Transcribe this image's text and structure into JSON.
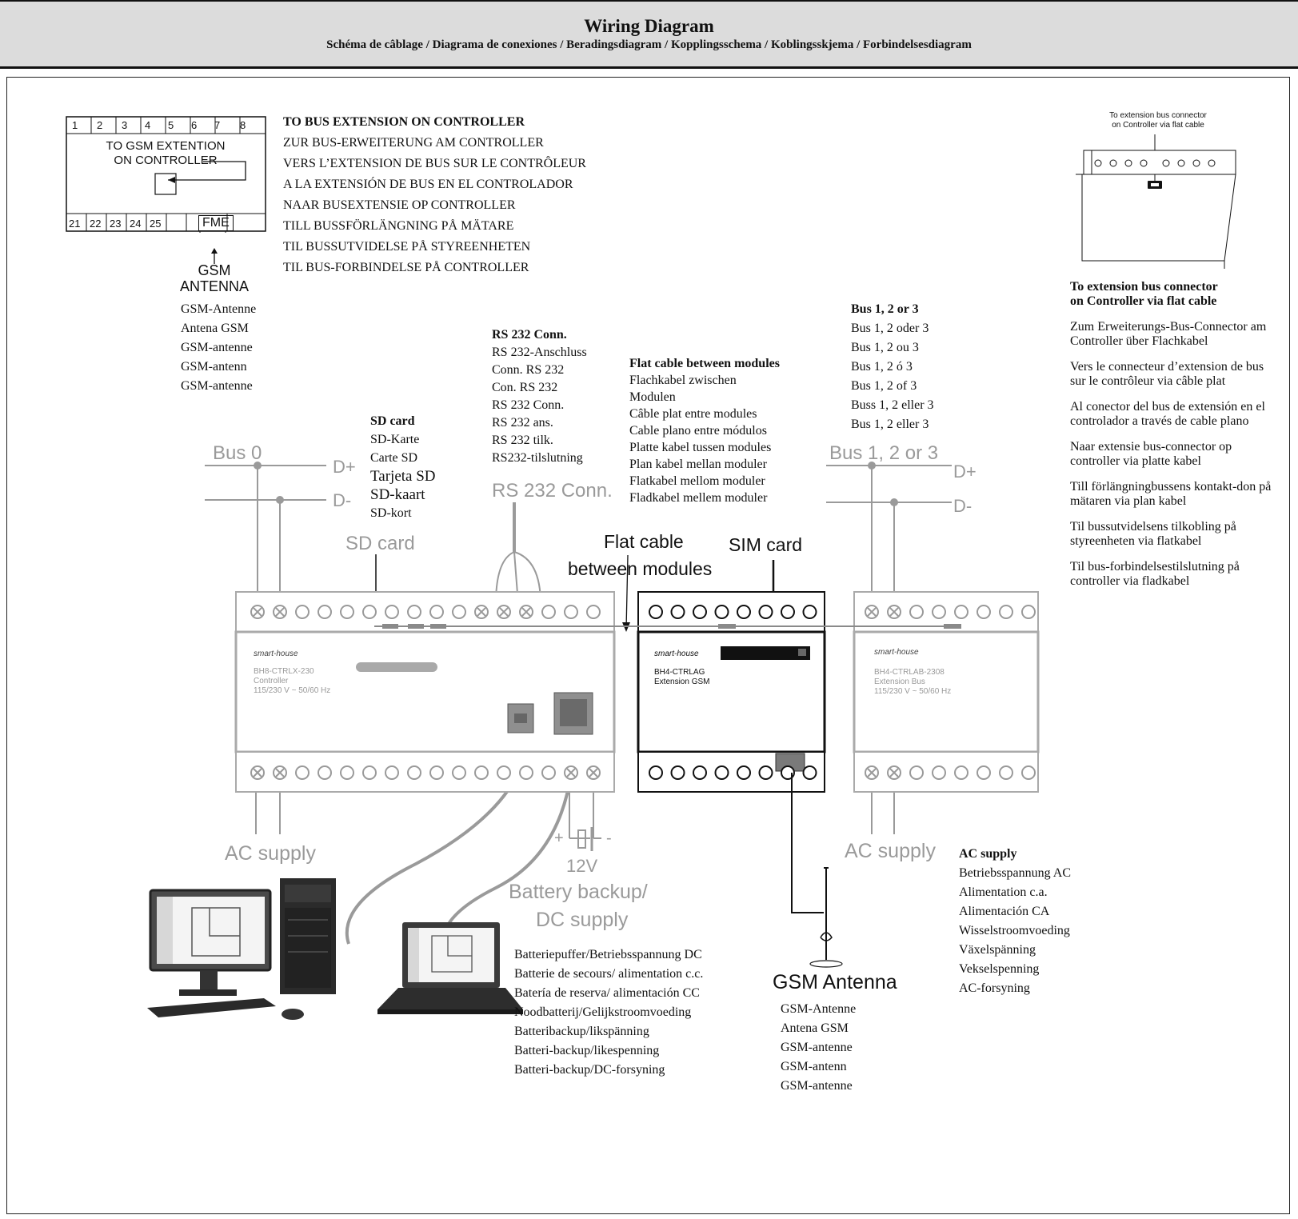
{
  "header": {
    "title": "Wiring Diagram",
    "subtitle": "Schéma de câblage / Diagrama de conexiones / Beradingsdiagram / Kopplingsschema / Koblingsskjema / Forbindelsesdiagram"
  },
  "gsm_box": {
    "top_terminals": [
      "1",
      "2",
      "3",
      "4",
      "5",
      "6",
      "7",
      "8"
    ],
    "bottom_terminals": [
      "21",
      "22",
      "23",
      "24",
      "25"
    ],
    "fme": "FME",
    "label_line1": "TO GSM EXTENTION",
    "label_line2": "ON CONTROLLER",
    "antenna_line1": "GSM",
    "antenna_line2": "ANTENNA"
  },
  "bus_extension_heading": "TO BUS EXTENSION ON CONTROLLER",
  "bus_extension_translations": [
    "ZUR BUS-ERWEITERUNG AM CONTROLLER",
    "VERS L’EXTENSION DE BUS SUR LE CONTRÔLEUR",
    "A LA EXTENSIÓN DE BUS EN EL CONTROLADOR",
    "NAAR BUSEXTENSIE OP CONTROLLER",
    "TILL BUSSFÖRLÄNGNING PÅ MÄTARE",
    "TIL BUSSUTVIDELSE PÅ STYREENHETEN",
    "TIL BUS-FORBINDELSE PÅ CONTROLLER"
  ],
  "gsm_antenna_translations_top": [
    "GSM-Antenne",
    "Antena GSM",
    "GSM-antenne",
    "GSM-antenn",
    "GSM-antenne"
  ],
  "sd_card": {
    "heading": "SD card",
    "translations": [
      "SD-Karte",
      "Carte SD",
      "Tarjeta SD",
      "SD-kaart",
      "SD-kort"
    ],
    "diagram_label": "SD card"
  },
  "rs232": {
    "heading": "RS 232 Conn.",
    "translations": [
      "RS 232-Anschluss",
      "Conn. RS 232",
      "Con. RS 232",
      "RS 232 Conn.",
      "RS 232 ans.",
      "RS 232 tilk.",
      "RS232-tilslutning"
    ],
    "diagram_label": "RS 232 Conn."
  },
  "flat_cable": {
    "heading": "Flat cable between modules",
    "translations": [
      "Flachkabel zwischen",
      "Modulen",
      "Câble plat entre modules",
      "Cable plano entre módulos",
      "Platte kabel tussen modules",
      "Plan kabel mellan moduler",
      "Flatkabel mellom moduler",
      "Fladkabel mellem moduler"
    ],
    "diagram_label_1": "Flat cable",
    "diagram_label_2": "between modules"
  },
  "bus123": {
    "heading": "Bus 1, 2 or 3",
    "translations": [
      "Bus 1, 2 oder 3",
      "Bus 1, 2 ou 3",
      "Bus 1, 2 ó 3",
      "Bus 1, 2 of 3",
      "Buss 1, 2 eller 3",
      "Bus 1, 2 eller 3"
    ],
    "diagram_label": "Bus 1, 2 or 3"
  },
  "right_panel": {
    "sketch_caption_1": "To extension bus connector",
    "sketch_caption_2": "on Controller via flat cable",
    "heading_1": "To extension bus connector",
    "heading_2": "on Controller via flat cable",
    "paragraphs": [
      "Zum Erweiterungs-Bus-Connector am Controller über Flachkabel",
      "Vers le connecteur d’extension de bus sur le contrôleur via câble plat",
      "Al conector del bus de extensión en el controlador a través de cable plano",
      "Naar extensie bus-connector op controller via platte kabel",
      "Till förlängningbussens kontakt-don på mätaren via plan kabel",
      "Til bussutvidelsens tilkobling på styreenheten via flatkabel",
      "Til bus-forbindelsestilslutning på controller via fladkabel"
    ]
  },
  "diagram": {
    "bus0": "Bus 0",
    "d_plus": "D+",
    "d_minus": "D-",
    "sim_card": "SIM card",
    "ac_supply": "AC supply",
    "battery_voltage": "12V",
    "battery_plus": "+",
    "battery_minus": "-",
    "battery_label_1": "Battery backup/",
    "battery_label_2": "DC supply",
    "gsm_antenna": "GSM Antenna",
    "brand": "smart-house",
    "module1": [
      "BH8-CTRLX-230",
      "Controller",
      "115/230 V ~ 50/60 Hz"
    ],
    "module2": [
      "BH4-CTRLAG",
      "Extension GSM"
    ],
    "module3": [
      "BH4-CTRLAB-2308",
      "Extension Bus",
      "115/230 V ~ 50/60 Hz"
    ]
  },
  "battery_translations": [
    "Batteriepuffer/Betriebsspannung DC",
    "Batterie de secours/ alimentation c.c.",
    "Batería de reserva/ alimentación CC",
    "Noodbatterij/Gelijkstroomvoeding",
    "Batteribackup/likspänning",
    "Batteri-backup/likespenning",
    "Batteri-backup/DC-forsyning"
  ],
  "gsm_antenna_translations_bottom": [
    "GSM-Antenne",
    "Antena GSM",
    "GSM-antenne",
    "GSM-antenn",
    "GSM-antenne"
  ],
  "ac_supply": {
    "heading": "AC supply",
    "translations": [
      "Betriebsspannung AC",
      "Alimentation c.a.",
      "Alimentación CA",
      "Wisselstroomvoeding",
      "Växelspänning",
      "Vekselspenning",
      "AC-forsyning"
    ]
  }
}
